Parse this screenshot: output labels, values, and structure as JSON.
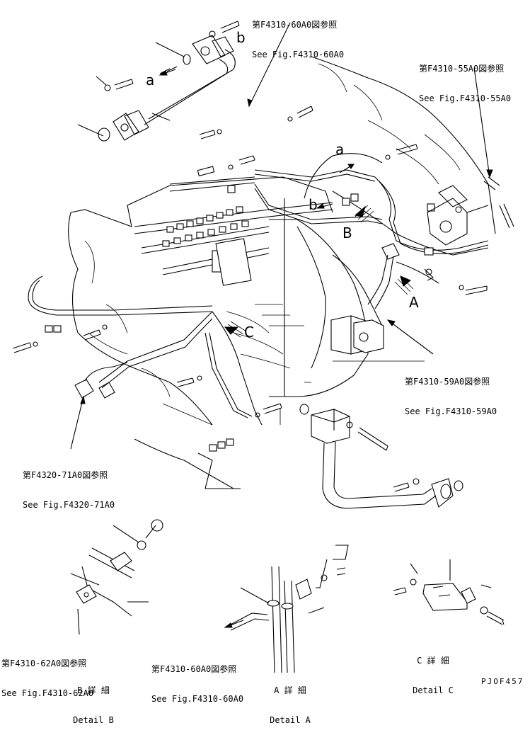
{
  "refs": {
    "f4310_60a0_top_jp": "第F4310-60A0図参照",
    "f4310_60a0_top_en": "See Fig.F4310-60A0",
    "f4310_55a0_jp": "第F4310-55A0図参照",
    "f4310_55a0_en": "See Fig.F4310-55A0",
    "f4310_59a0_jp": "第F4310-59A0図参照",
    "f4310_59a0_en": "See Fig.F4310-59A0",
    "f4320_71a0_jp": "第F4320-71A0図参照",
    "f4320_71a0_en": "See Fig.F4320-71A0",
    "f4310_62a0_jp": "第F4310-62A0図参照",
    "f4310_62a0_en": "See Fig.F4310-62A0",
    "f4310_60a0_bottom_jp": "第F4310-60A0図参照",
    "f4310_60a0_bottom_en": "See Fig.F4310-60A0"
  },
  "markers": {
    "a_upper": "a",
    "b_upper": "b",
    "a_mid": "a",
    "b_mid": "b",
    "A": "A",
    "B": "B",
    "C": "C"
  },
  "details": {
    "b_jp": "B 詳 細",
    "b_en": "Detail B",
    "a_jp": "A 詳 細",
    "a_en": "Detail A",
    "c_jp": "C 詳 細",
    "c_en": "Detail C"
  },
  "drawing_code": "PJOF457"
}
